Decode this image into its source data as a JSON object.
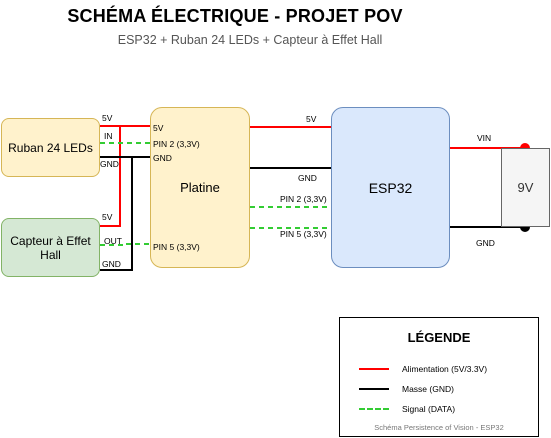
{
  "title": "SCHÉMA ÉLECTRIQUE - PROJET POV",
  "subtitle": "ESP32 + Ruban 24 LEDs + Capteur à Effet Hall",
  "colors": {
    "power": "#ff0000",
    "ground": "#000000",
    "signal": "#33cc33"
  },
  "components": {
    "ruban": "Ruban 24 LEDs",
    "capteur": "Capteur à Effet Hall",
    "platine": "Platine",
    "esp32": "ESP32",
    "battery": "9V"
  },
  "labels": {
    "ruban_5v": "5V",
    "ruban_in": "IN",
    "ruban_gnd": "GND",
    "capteur_5v": "5V",
    "capteur_out": "OUT",
    "capteur_gnd": "GND",
    "platine_5v": "5V",
    "platine_pin2": "PIN 2 (3,3V)",
    "platine_gnd": "GND",
    "platine_pin5": "PIN 5 (3,3V)",
    "wire_5v": "5V",
    "wire_gnd": "GND",
    "wire_pin2": "PIN 2 (3,3V)",
    "wire_pin5": "PIN 5 (3,3V)",
    "vin": "VIN",
    "battery_gnd": "GND"
  },
  "legend": {
    "title": "LÉGENDE",
    "items": [
      {
        "label": "Alimentation (5V/3.3V)",
        "type": "power"
      },
      {
        "label": "Masse (GND)",
        "type": "ground"
      },
      {
        "label": "Signal (DATA)",
        "type": "signal"
      }
    ],
    "footer": "Schéma Persistence of Vision - ESP32"
  }
}
